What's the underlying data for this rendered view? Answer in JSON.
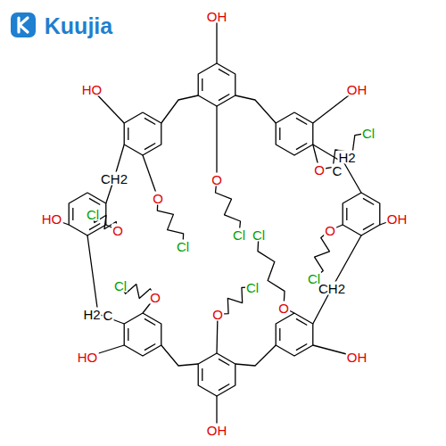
{
  "diagram": {
    "labels": [
      "Kuujia",
      "OH",
      "HO",
      "OH",
      "CH2",
      "H2",
      "C",
      "O",
      "O",
      "O",
      "HO",
      "O",
      "OH",
      "O",
      "CH2",
      "H2",
      "C",
      "O",
      "O",
      "O",
      "HO",
      "OH",
      "OH",
      "Cl",
      "Cl",
      "Cl",
      "Cl",
      "Cl",
      "Cl",
      "Cl",
      "Cl"
    ]
  }
}
